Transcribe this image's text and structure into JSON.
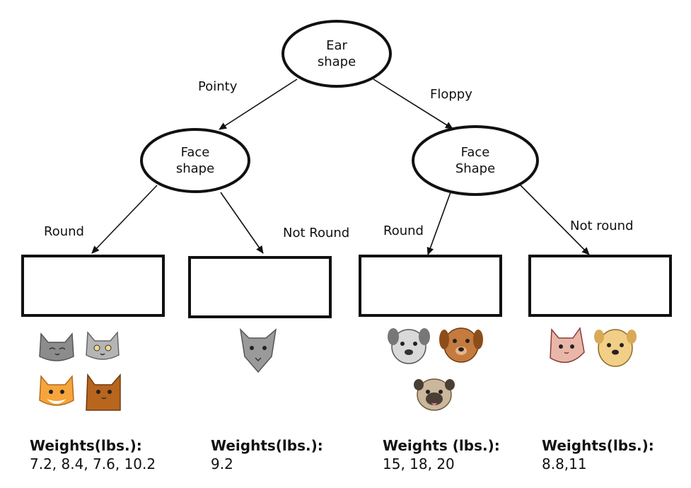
{
  "root": {
    "label_line1": "Ear",
    "label_line2": "shape"
  },
  "edges": {
    "pointy": "Pointy",
    "floppy": "Floppy",
    "left_round": "Round",
    "left_not_round": "Not Round",
    "right_round": "Round",
    "right_not_round": "Not round"
  },
  "left_node": {
    "label_line1": "Face",
    "label_line2": "shape"
  },
  "right_node": {
    "label_line1": "Face",
    "label_line2": "Shape"
  },
  "leaves": [
    {
      "weights_title": "Weights(lbs.):",
      "weights_values": "7.2, 8.4, 7.6, 10.2",
      "animals": [
        "gray-cat-icon",
        "gray-cat-icon",
        "orange-cat-icon",
        "brown-cat-icon"
      ]
    },
    {
      "weights_title": "Weights(lbs.):",
      "weights_values": "9.2",
      "animals": [
        "gray-cat-icon"
      ]
    },
    {
      "weights_title": "Weights (lbs.):",
      "weights_values": "15,  18, 20",
      "animals": [
        "gray-dog-icon",
        "brown-dog-icon",
        "pug-dog-icon"
      ]
    },
    {
      "weights_title": "Weights(lbs.):",
      "weights_values": "8.8,11",
      "animals": [
        "pink-cat-icon",
        "tan-dog-icon"
      ]
    }
  ],
  "colors": {
    "line": "#111111",
    "background": "#ffffff"
  }
}
